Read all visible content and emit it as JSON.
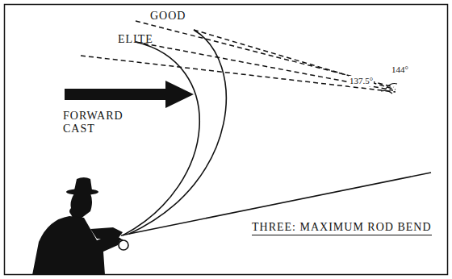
{
  "diagram": {
    "caption": "THREE: MAXIMUM ROD BEND",
    "labels": [
      "GOOD",
      "ELITE",
      "FORWARD CAST",
      "144°",
      "137.5°"
    ]
  }
}
